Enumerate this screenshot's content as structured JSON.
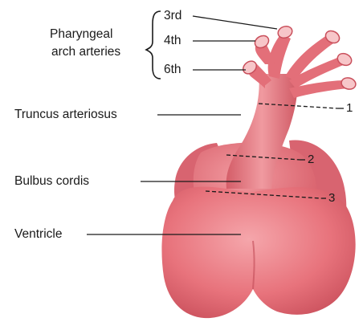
{
  "labels": {
    "pharyngeal_line1": "Pharyngeal",
    "pharyngeal_line2": "arch arteries",
    "arch_3": "3rd",
    "arch_4": "4th",
    "arch_6": "6th",
    "truncus": "Truncus arteriosus",
    "bulbus": "Bulbus cordis",
    "ventricle": "Ventricle"
  },
  "markers": {
    "m1": "1",
    "m2": "2",
    "m3": "3"
  },
  "colors": {
    "tissue": "#e8737c",
    "tissue_dark": "#c94f5b",
    "tissue_light": "#f4a3a8",
    "vessel_inner": "#f7c6c9",
    "line": "#1a1a1a"
  }
}
